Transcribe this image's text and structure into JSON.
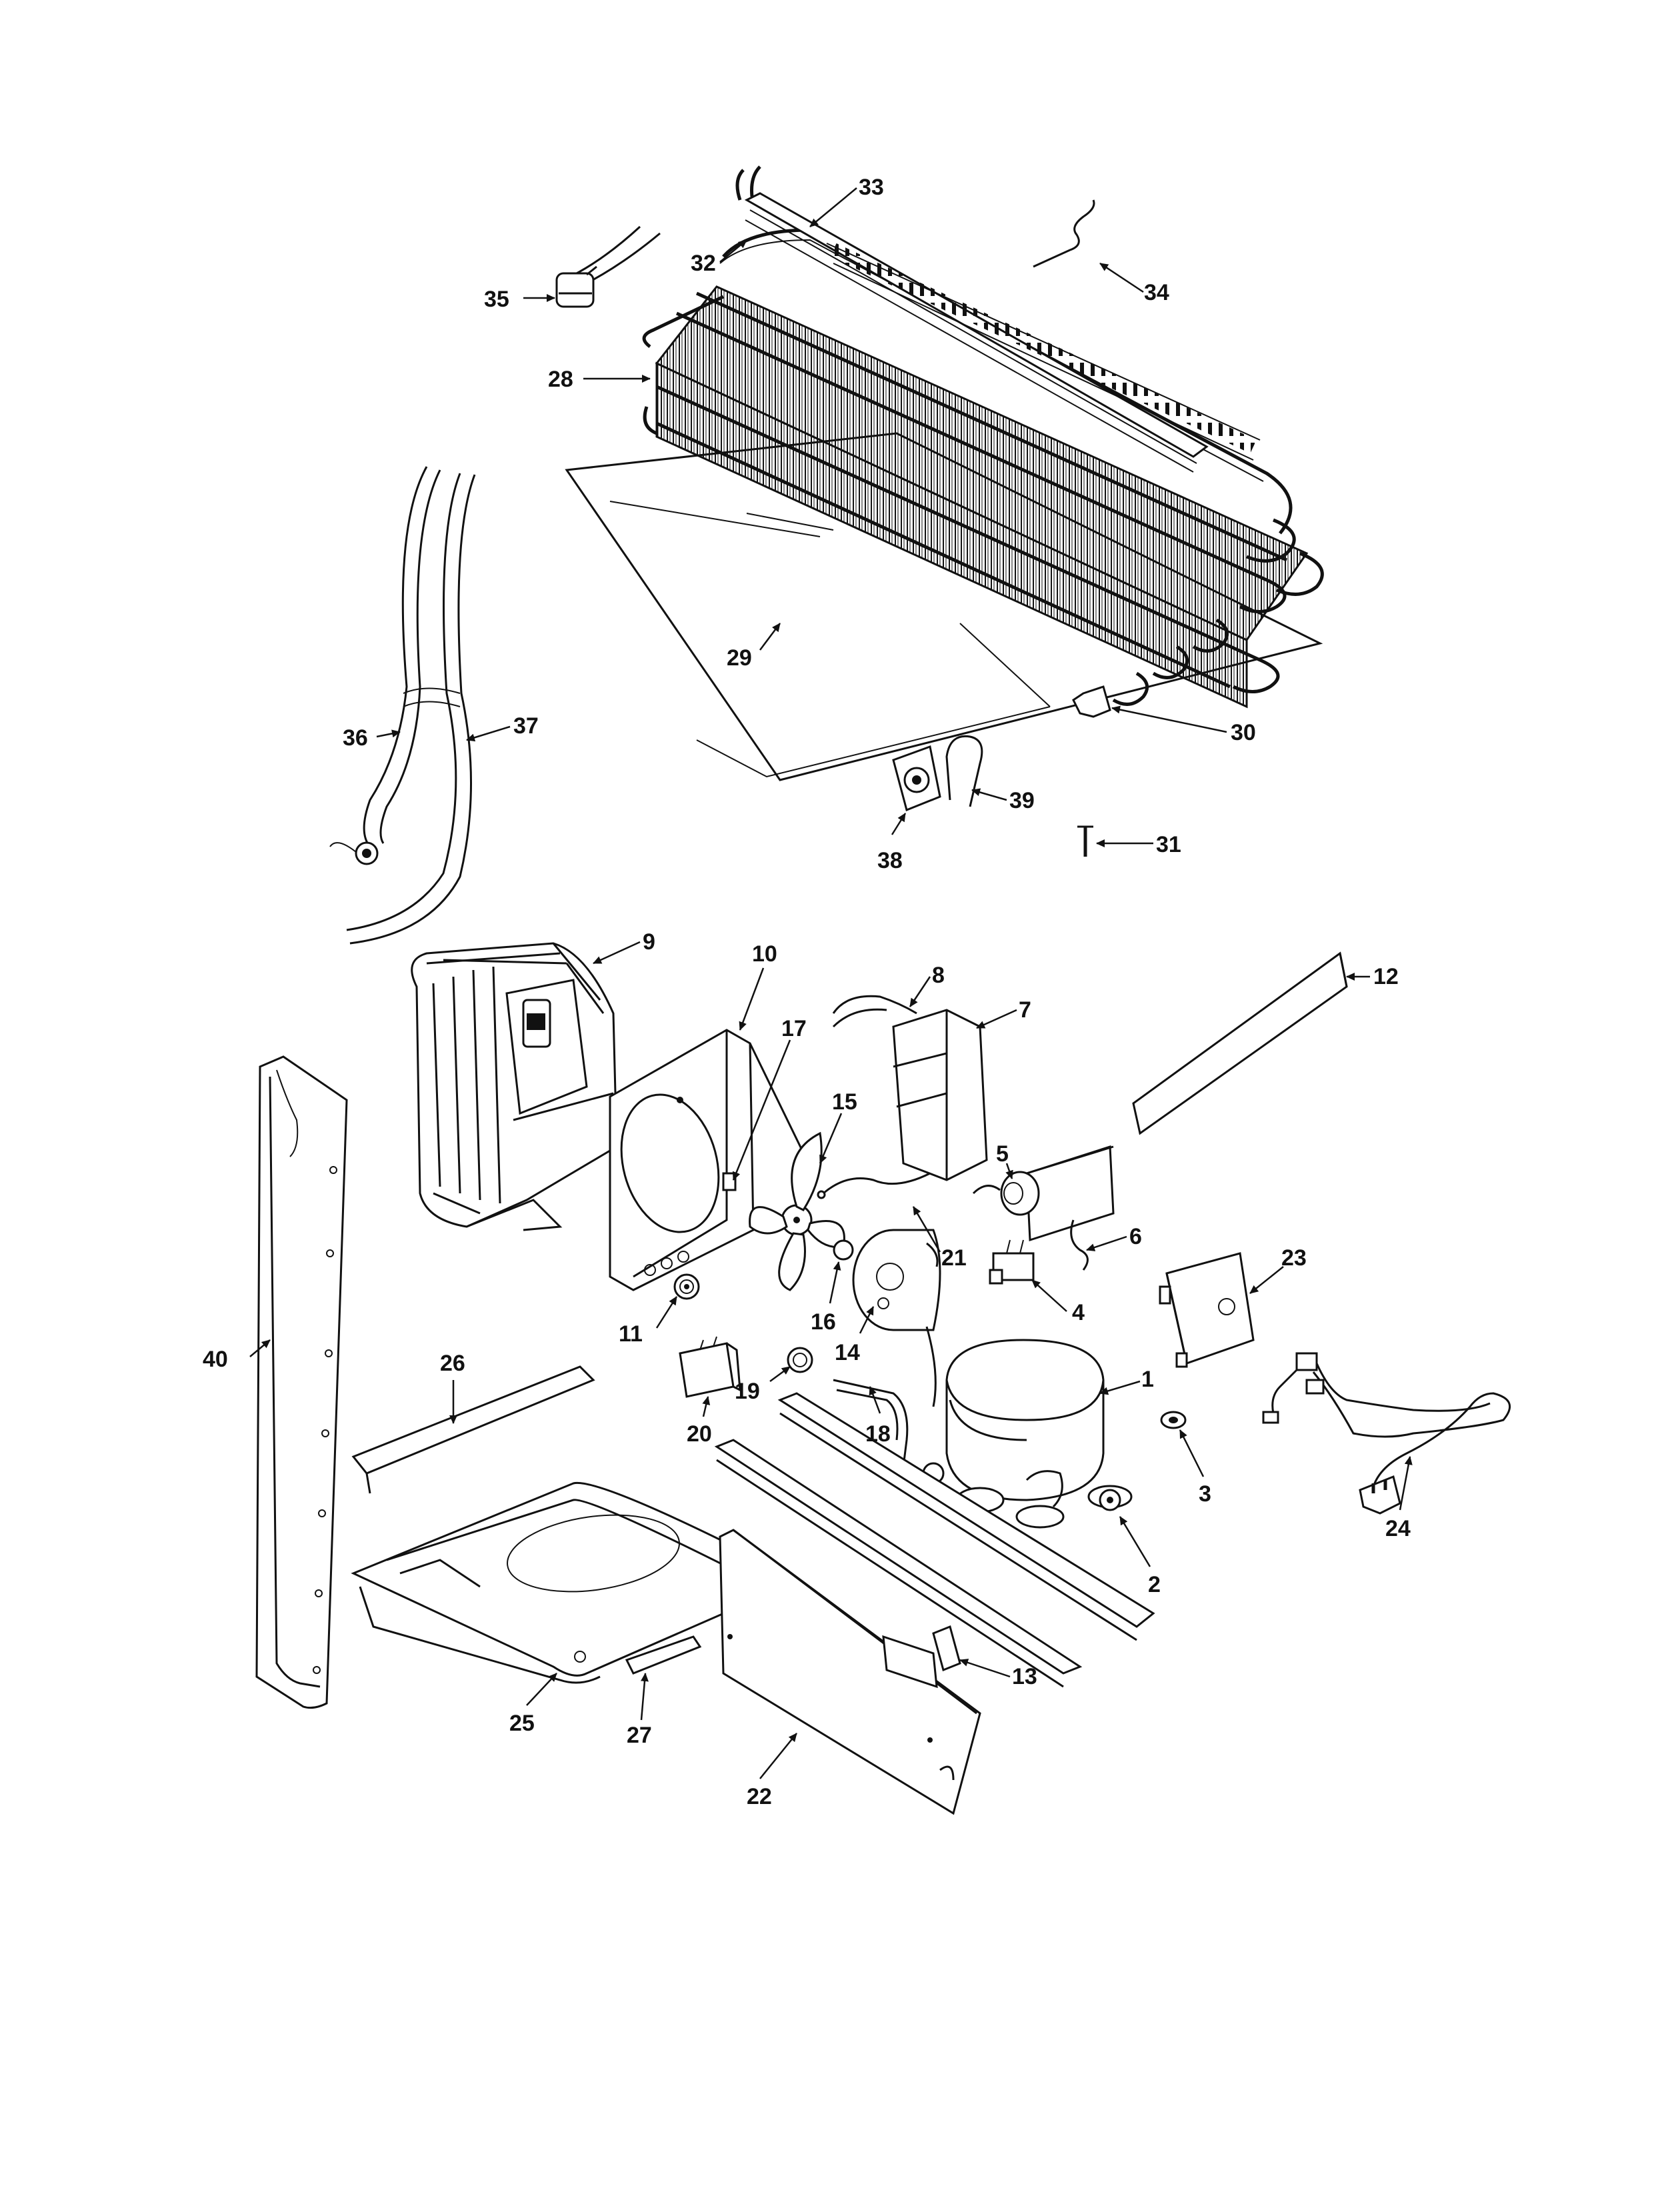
{
  "diagram": {
    "labels": [
      {
        "id": "1",
        "text": "1"
      },
      {
        "id": "2",
        "text": "2"
      },
      {
        "id": "3",
        "text": "3"
      },
      {
        "id": "4",
        "text": "4"
      },
      {
        "id": "5",
        "text": "5"
      },
      {
        "id": "6",
        "text": "6"
      },
      {
        "id": "7",
        "text": "7"
      },
      {
        "id": "8",
        "text": "8"
      },
      {
        "id": "9",
        "text": "9"
      },
      {
        "id": "10",
        "text": "10"
      },
      {
        "id": "11",
        "text": "11"
      },
      {
        "id": "12",
        "text": "12"
      },
      {
        "id": "13",
        "text": "13"
      },
      {
        "id": "14",
        "text": "14"
      },
      {
        "id": "15",
        "text": "15"
      },
      {
        "id": "16",
        "text": "16"
      },
      {
        "id": "17",
        "text": "17"
      },
      {
        "id": "18",
        "text": "18"
      },
      {
        "id": "19",
        "text": "19"
      },
      {
        "id": "20",
        "text": "20"
      },
      {
        "id": "21",
        "text": "21"
      },
      {
        "id": "22",
        "text": "22"
      },
      {
        "id": "23",
        "text": "23"
      },
      {
        "id": "24",
        "text": "24"
      },
      {
        "id": "25",
        "text": "25"
      },
      {
        "id": "26",
        "text": "26"
      },
      {
        "id": "27",
        "text": "27"
      },
      {
        "id": "28",
        "text": "28"
      },
      {
        "id": "29",
        "text": "29"
      },
      {
        "id": "30",
        "text": "30"
      },
      {
        "id": "31",
        "text": "31"
      },
      {
        "id": "32",
        "text": "32"
      },
      {
        "id": "33",
        "text": "33"
      },
      {
        "id": "34",
        "text": "34"
      },
      {
        "id": "35",
        "text": "35"
      },
      {
        "id": "36",
        "text": "36"
      },
      {
        "id": "37",
        "text": "37"
      },
      {
        "id": "38",
        "text": "38"
      },
      {
        "id": "39",
        "text": "39"
      },
      {
        "id": "40",
        "text": "40"
      }
    ]
  }
}
